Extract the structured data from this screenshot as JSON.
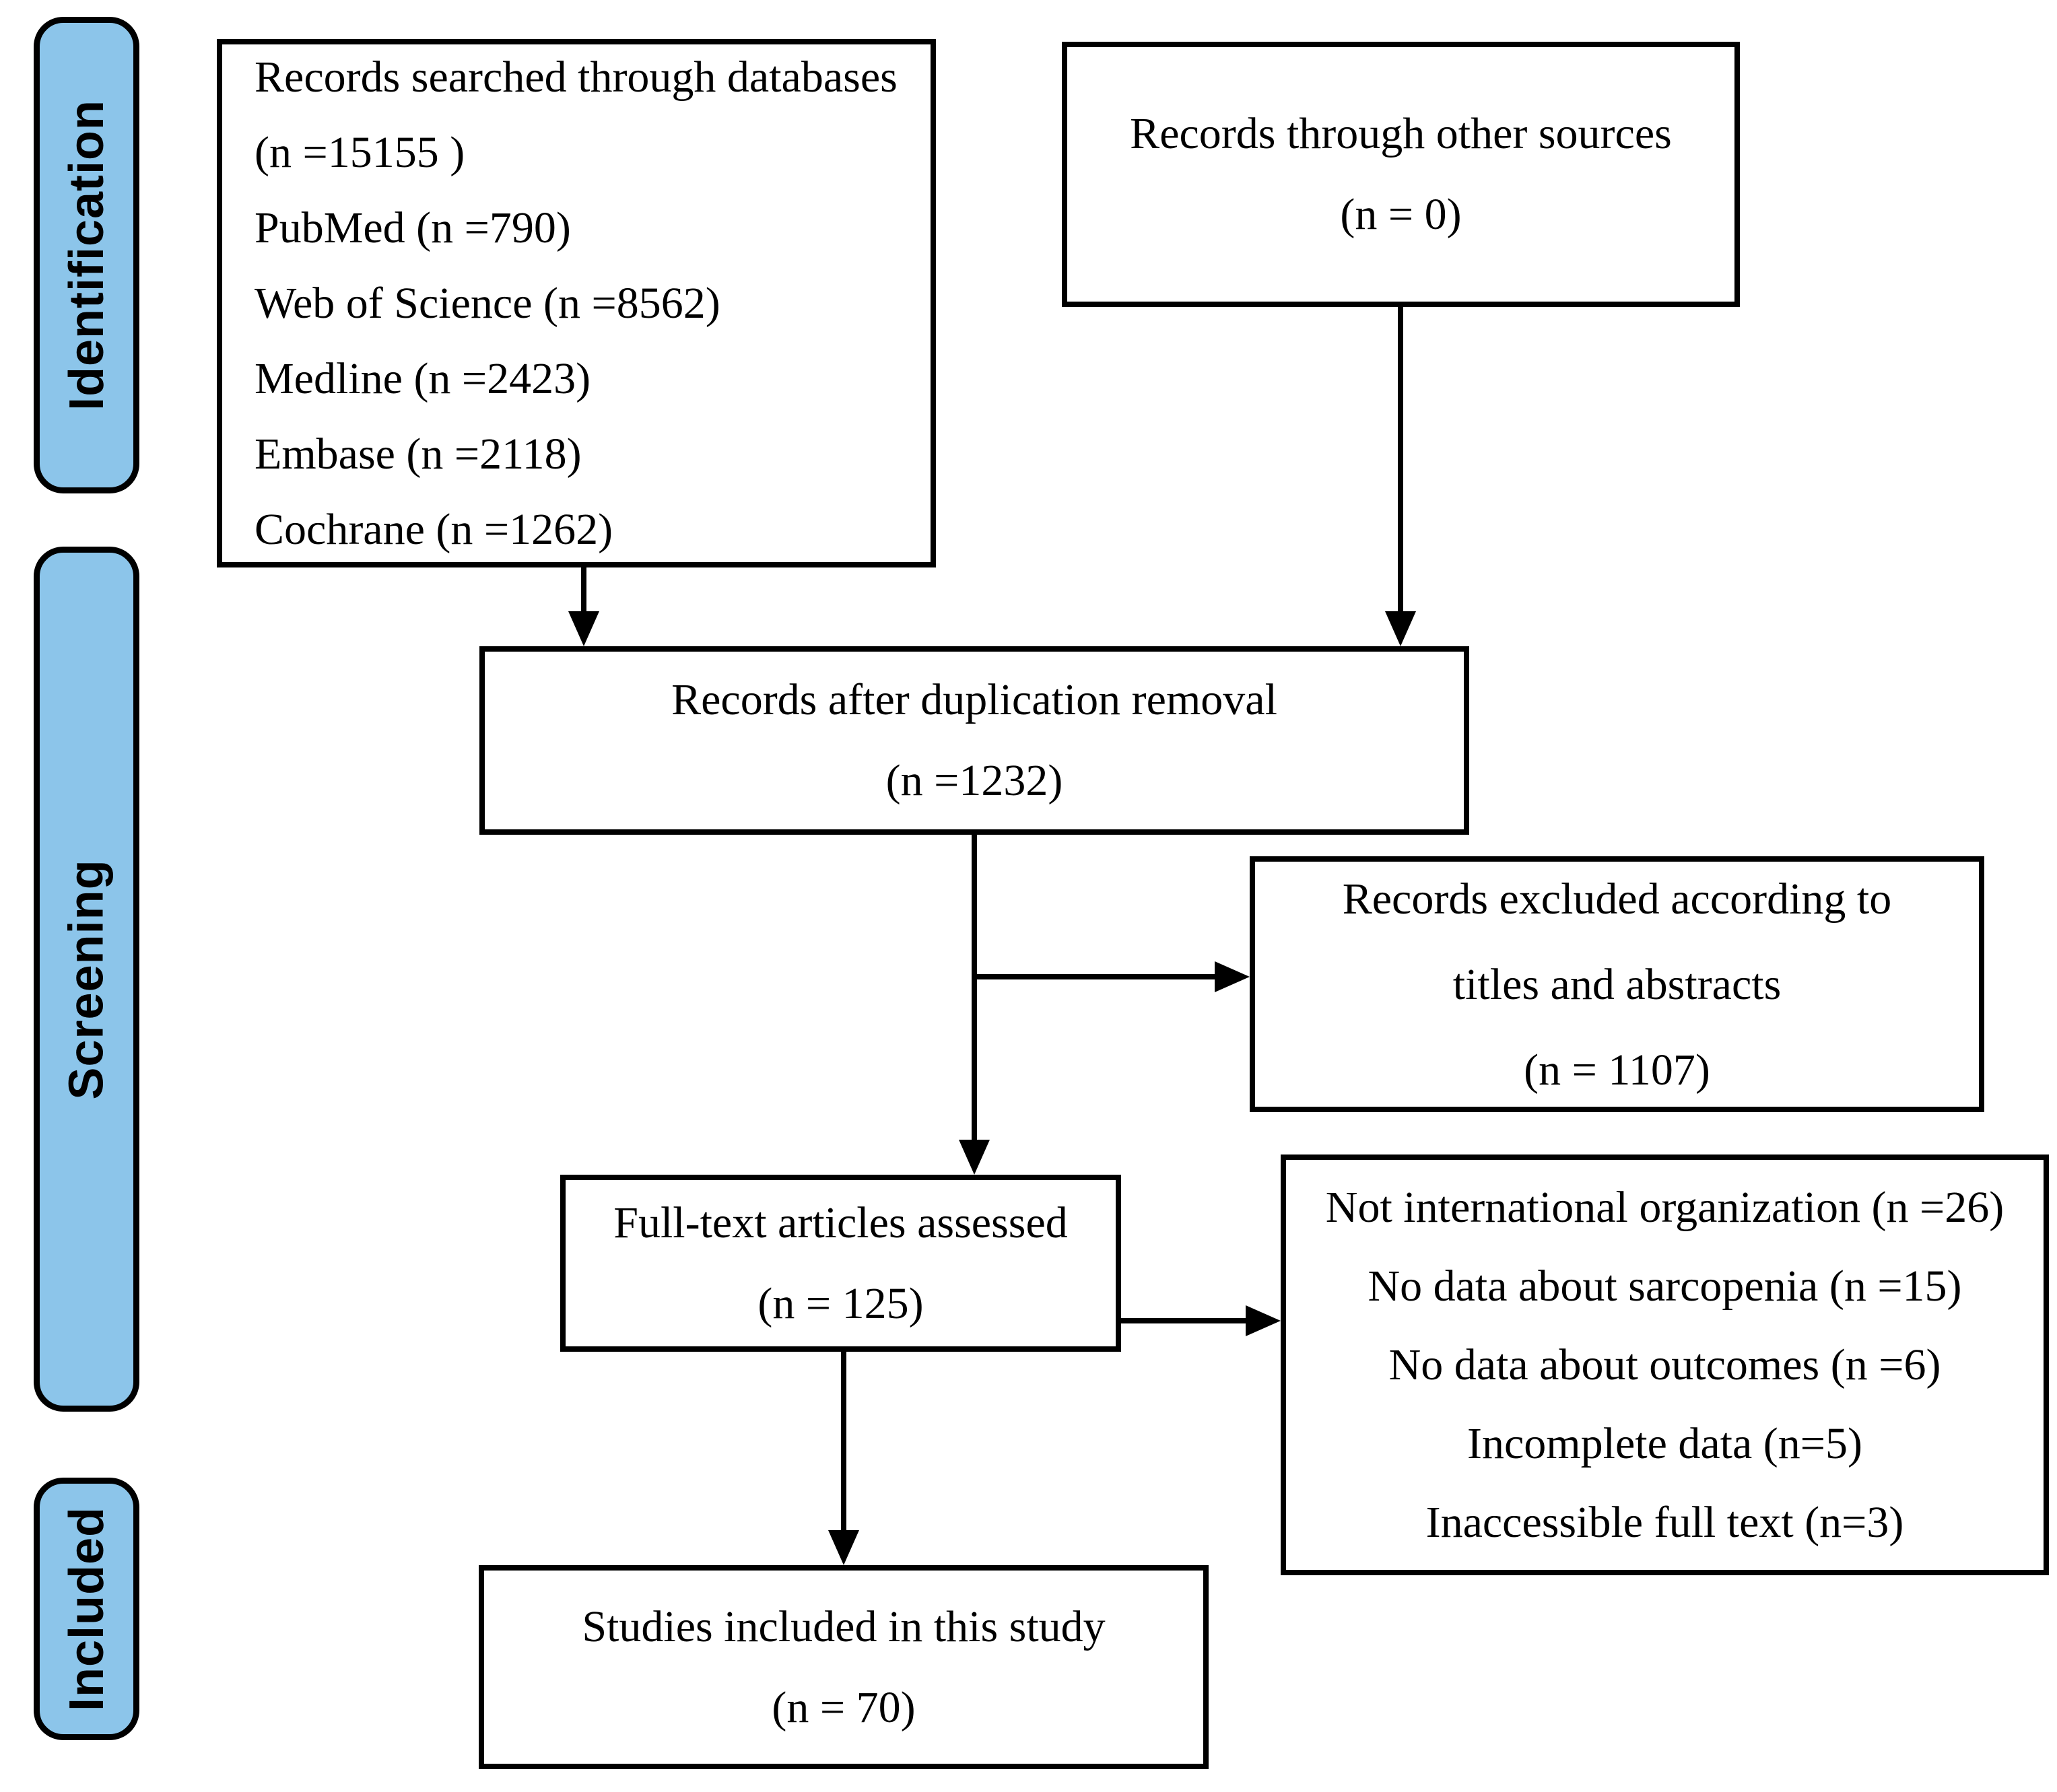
{
  "diagram": {
    "stages": [
      {
        "label": "Identification"
      },
      {
        "label": "Screening"
      },
      {
        "label": "Included"
      }
    ],
    "boxes": {
      "searched": {
        "lines": [
          "Records searched through databases",
          "(n =15155 )",
          "PubMed (n =790)",
          "Web of Science (n =8562)",
          "Medline (n =2423)",
          "Embase (n =2118)",
          "Cochrane (n =1262)"
        ]
      },
      "other_sources": {
        "lines": [
          "Records through other sources",
          "(n = 0)"
        ]
      },
      "after_duplication": {
        "lines": [
          "Records after duplication removal",
          "(n =1232)"
        ]
      },
      "excluded_titles": {
        "lines": [
          "Records excluded according to",
          "titles and abstracts",
          "(n = 1107)"
        ]
      },
      "fulltext_assessed": {
        "lines": [
          "Full-text articles assessed",
          "(n = 125)"
        ]
      },
      "fulltext_excluded": {
        "lines": [
          "Not international organization (n =26)",
          "No data about sarcopenia (n =15)",
          "No data about outcomes (n =6)",
          "Incomplete data (n=5)",
          "Inaccessible full text (n=3)"
        ]
      },
      "included_studies": {
        "lines": [
          "Studies included in this study",
          "(n = 70)"
        ]
      }
    },
    "colors": {
      "stage_fill": "#8CC5EA",
      "line": "#000000",
      "background": "#FFFFFF"
    }
  }
}
